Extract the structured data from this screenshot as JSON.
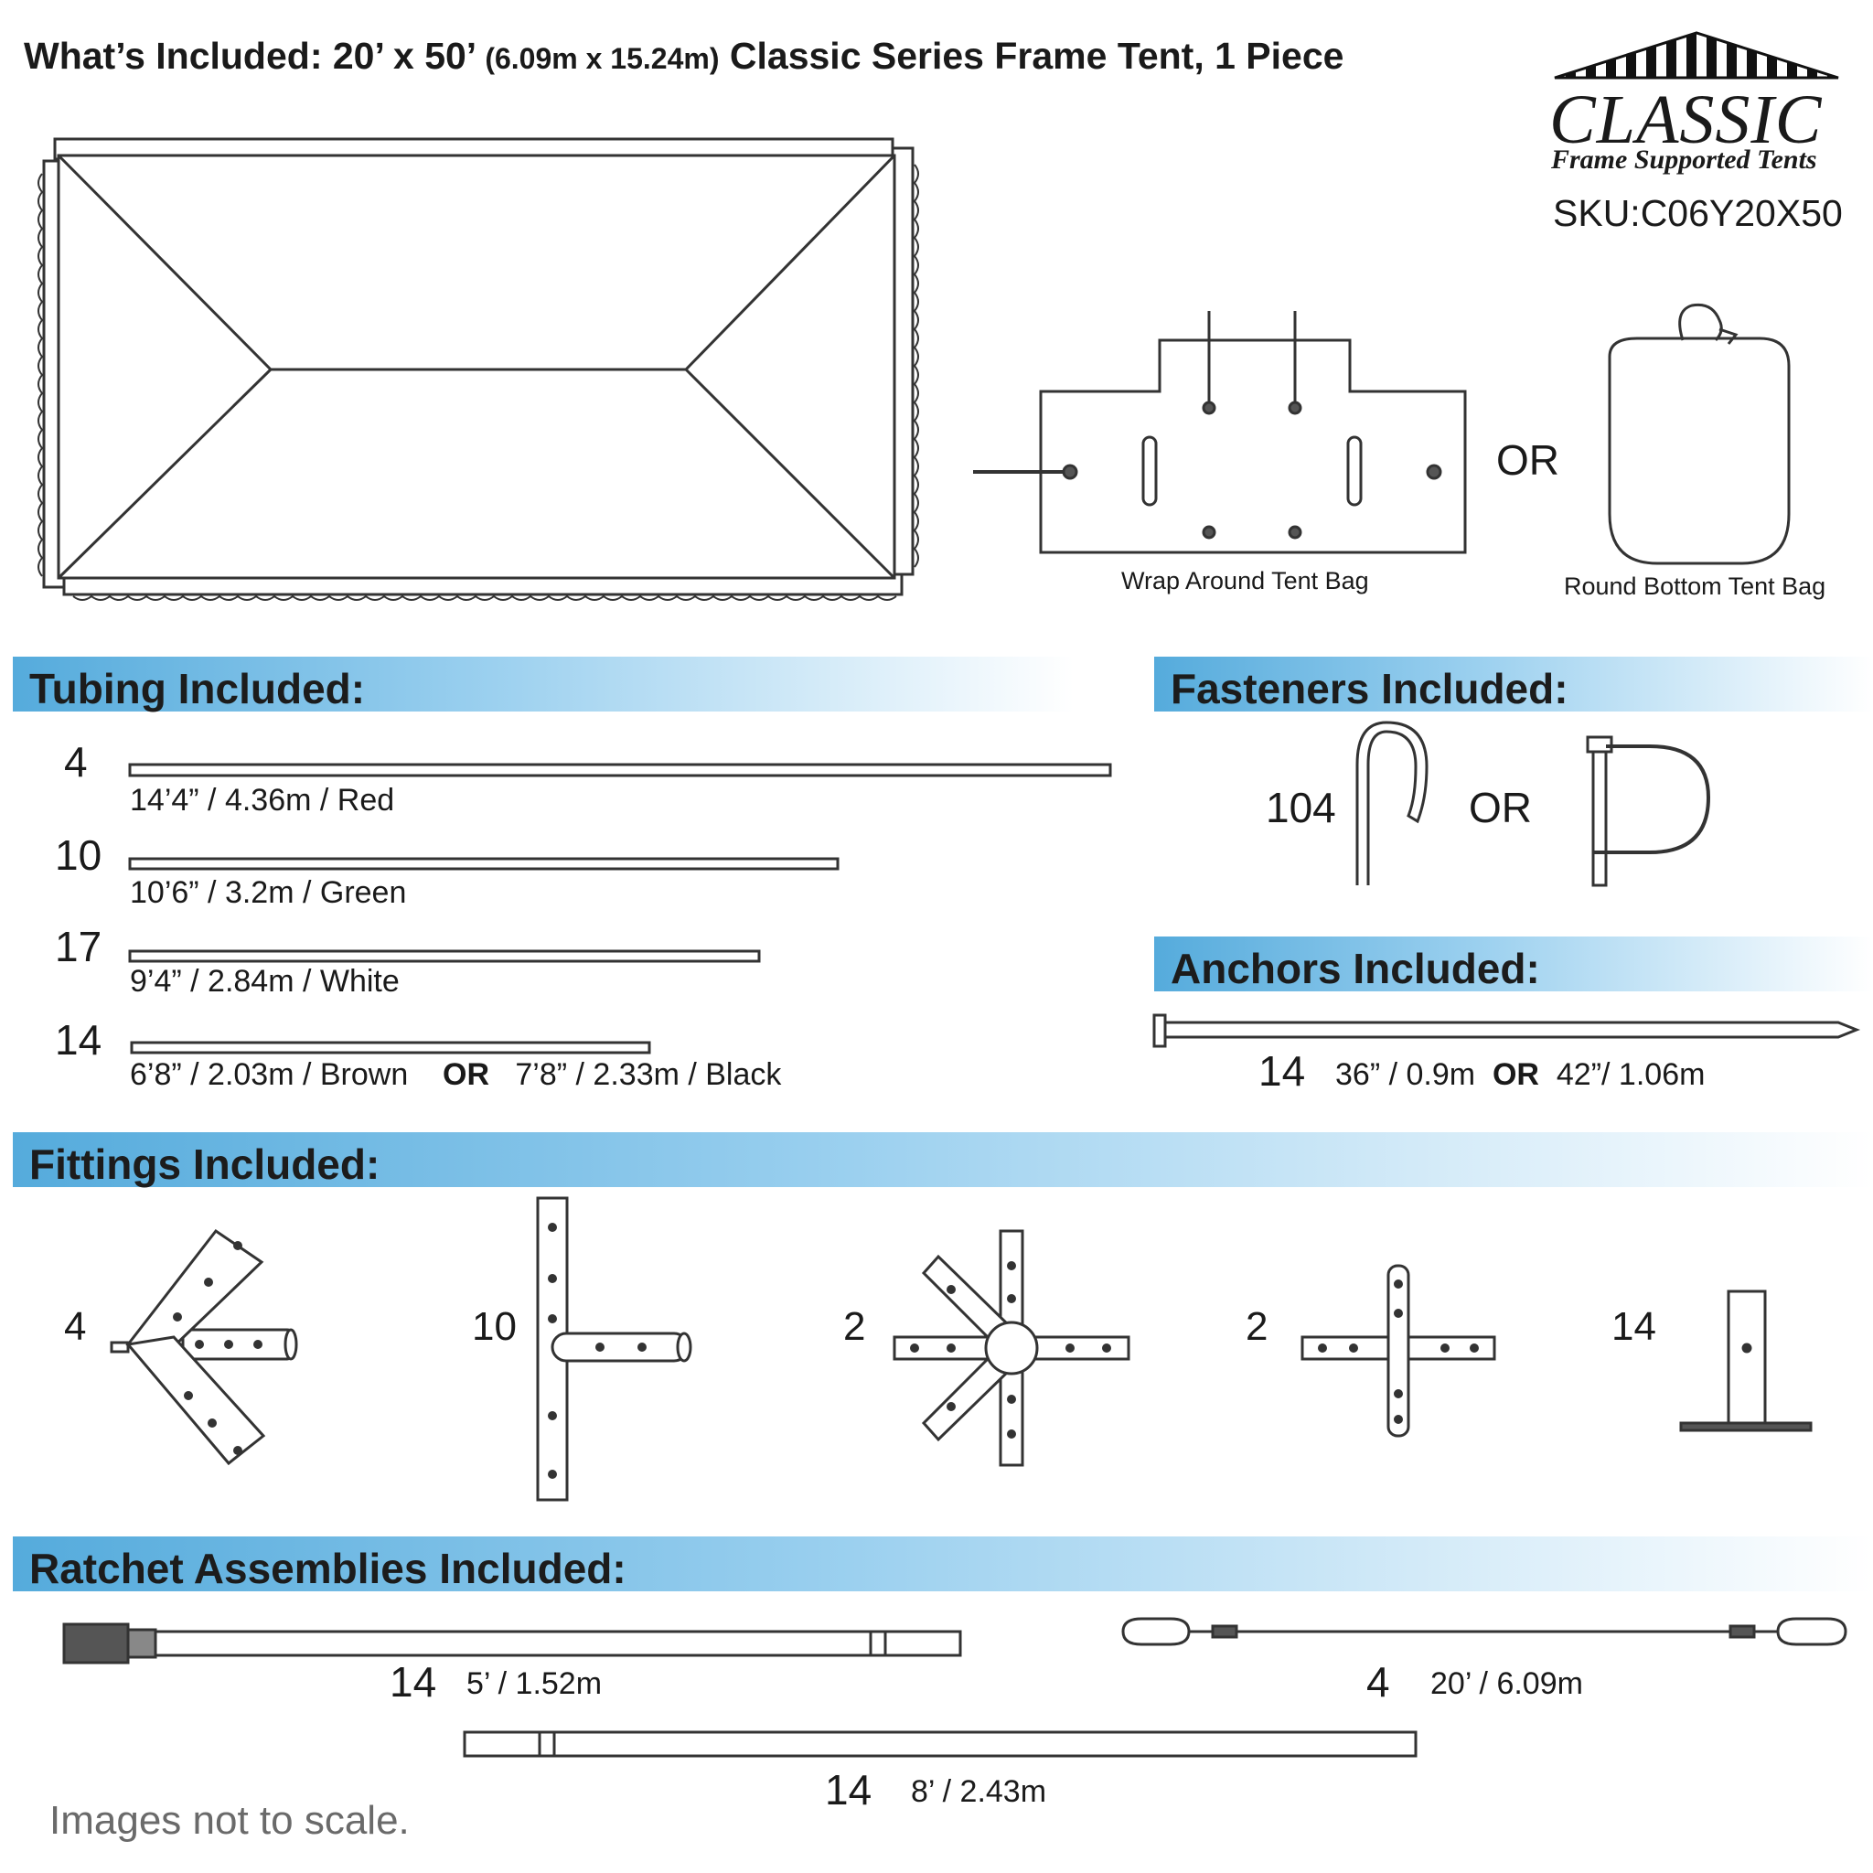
{
  "header": {
    "title_part1": "What’s Included: 20’ x 50’",
    "title_metric": "(6.09m x 15.24m)",
    "title_part2": "Classic Series Frame Tent, 1 Piece"
  },
  "logo": {
    "name": "CLASSIC",
    "tagline": "Frame Supported Tents",
    "sku": "SKU:C06Y20X50"
  },
  "bags": {
    "wrap_label": "Wrap Around Tent Bag",
    "or_label": "OR",
    "round_label": "Round Bottom Tent Bag"
  },
  "sections": {
    "tubing": "Tubing Included:",
    "fasteners": "Fasteners Included:",
    "anchors": "Anchors Included:",
    "fittings": "Fittings Included:",
    "ratchets": "Ratchet Assemblies Included:"
  },
  "tubing": [
    {
      "qty": "4",
      "spec": "14’4” / 4.36m  /  Red"
    },
    {
      "qty": "10",
      "spec": "10’6” / 3.2m  /  Green"
    },
    {
      "qty": "17",
      "spec": "9’4” / 2.84m  /  White"
    },
    {
      "qty": "14",
      "spec": "6’8” / 2.03m  /  Brown",
      "or": "OR",
      "spec_alt": "7’8” / 2.33m  /  Black"
    }
  ],
  "fasteners": {
    "qty": "104",
    "or": "OR"
  },
  "anchors": {
    "qty": "14",
    "spec": "36” / 0.9m",
    "or": "OR",
    "spec_alt": "42”/ 1.06m"
  },
  "fittings": [
    {
      "qty": "4"
    },
    {
      "qty": "10"
    },
    {
      "qty": "2"
    },
    {
      "qty": "2"
    },
    {
      "qty": "14"
    }
  ],
  "ratchets": [
    {
      "qty": "14",
      "spec": "5’ / 1.52m"
    },
    {
      "qty": "4",
      "spec": "20’ / 6.09m"
    },
    {
      "qty": "14",
      "spec": "8’ / 2.43m"
    }
  ],
  "footer": {
    "note": "Images not to scale."
  }
}
